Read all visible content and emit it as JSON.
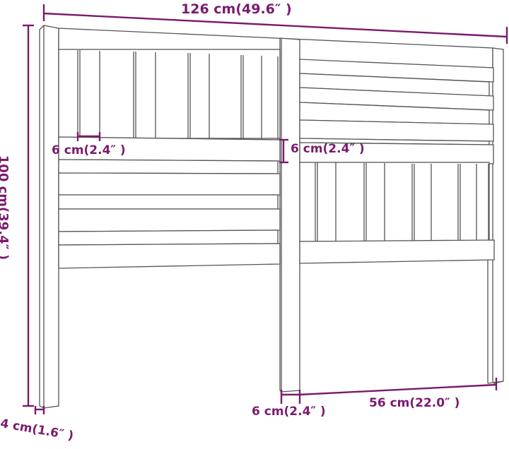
{
  "diagram": {
    "subject": "headboard",
    "colors": {
      "dimension": "#7a1a6e",
      "outline": "#555555",
      "background": "#ffffff"
    },
    "dimensions": {
      "total_width": "126 cm(49.6″ )",
      "total_height": "100 cm(39.4″ )",
      "vertical_slat_width": "6 cm(2.4″ )",
      "horizontal_rail_height": "6 cm(2.4″ )",
      "post_thickness": "4 cm(1.6″ )",
      "center_post_width": "6 cm(2.4″ )",
      "panel_width": "56 cm(22.0″ )"
    }
  }
}
